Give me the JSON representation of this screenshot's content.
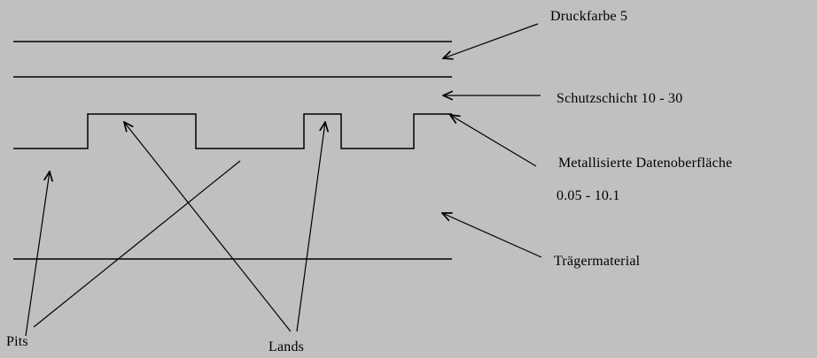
{
  "labels": {
    "ink": "Druckfarbe 5",
    "protective_layer": "Schutzschicht 10 - 30",
    "metallized_surface": "Metallisierte Datenoberfläche",
    "metallized_thickness": "0.05 - 10.1",
    "substrate": "Trägermaterial",
    "pits": "Pits",
    "lands": "Lands"
  },
  "colors": {
    "background": "#c0c0c0",
    "lines": "#000000"
  }
}
